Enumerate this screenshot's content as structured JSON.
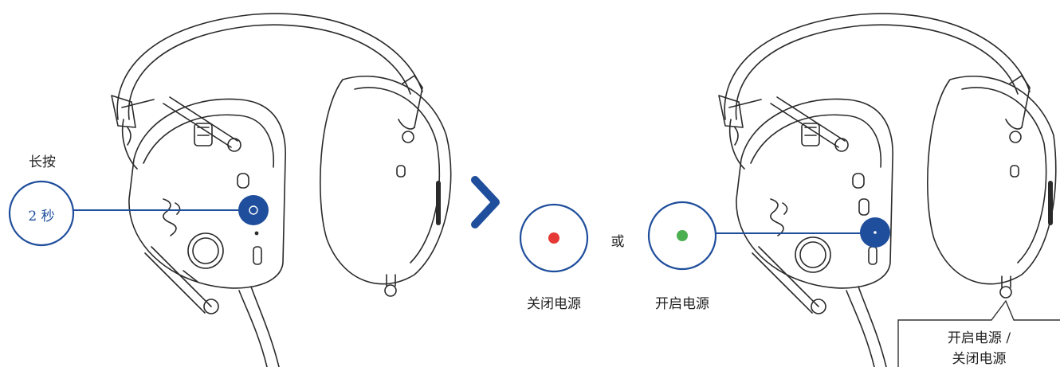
{
  "step1": {
    "action_label": "长按",
    "duration_label": "2 秒"
  },
  "result": {
    "power_off_label": "关闭电源",
    "or_label": "或",
    "power_on_label": "开启电源"
  },
  "indicator_note": {
    "line1": "开启电源 /",
    "line2": "关闭电源"
  },
  "colors": {
    "accent_blue": "#1f4e9c",
    "led_red": "#e53935",
    "led_green": "#4caf50",
    "line_gray": "#333333"
  }
}
